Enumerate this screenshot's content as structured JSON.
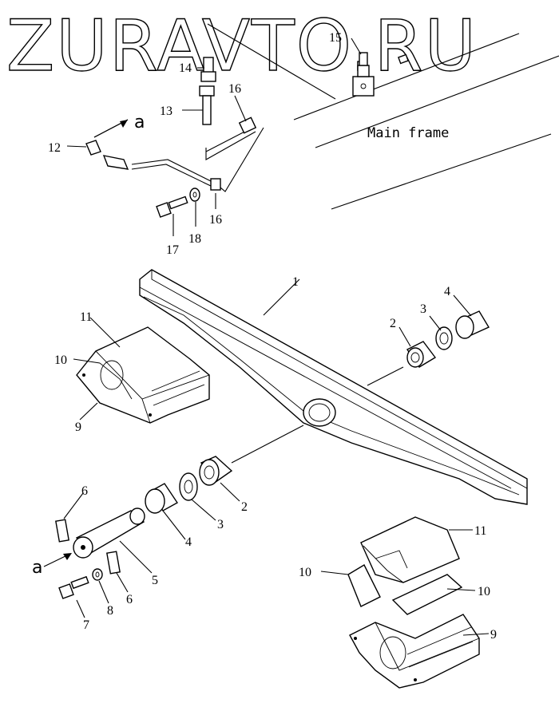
{
  "watermark": "ZURAVTO.RU",
  "main_frame_label": "Main frame",
  "view_marker": "a",
  "labels": {
    "l1": "1",
    "l2a": "2",
    "l2b": "2",
    "l3a": "3",
    "l3b": "3",
    "l4a": "4",
    "l4b": "4",
    "l5": "5",
    "l6a": "6",
    "l6b": "6",
    "l7": "7",
    "l8": "8",
    "l9a": "9",
    "l9b": "9",
    "l10a": "10",
    "l10b": "10",
    "l10c": "10",
    "l11a": "11",
    "l11b": "11",
    "l12": "12",
    "l13": "13",
    "l14": "14",
    "l15": "15",
    "l16a": "16",
    "l16b": "16",
    "l17": "17",
    "l18": "18"
  }
}
